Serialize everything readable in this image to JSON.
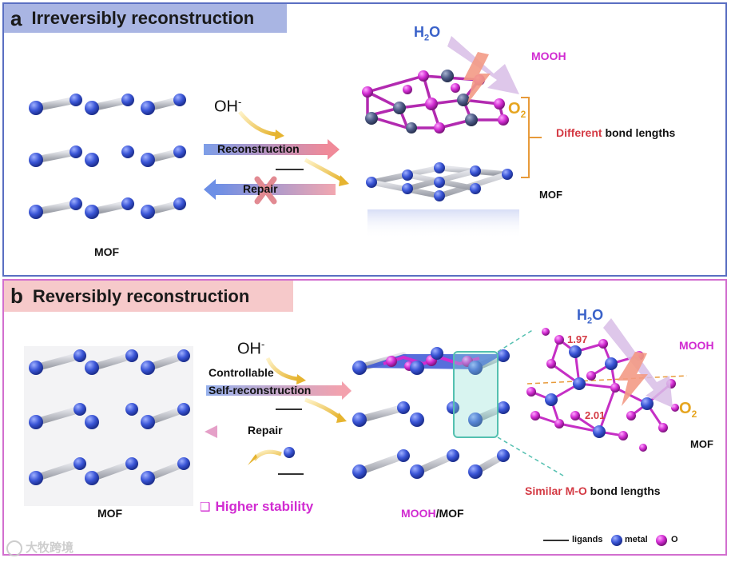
{
  "panel_a": {
    "letter": "a",
    "title": "Irreversibly reconstruction",
    "mof_label": "MOF",
    "oh_base": "OH",
    "oh_sup": "-",
    "reconstruction_label": "Reconstruction",
    "repair_label": "Repair",
    "h2o": {
      "h": "H",
      "sub": "2",
      "o": "O"
    },
    "o2": {
      "o": "O",
      "sub": "2"
    },
    "mooh_label": "MOOH",
    "bond_diff_word": "Different",
    "bond_rest": " bond lengths",
    "mof_right_label": "MOF"
  },
  "panel_b": {
    "letter": "b",
    "title": "Reversibly reconstruction",
    "mof_label": "MOF",
    "oh_base": "OH",
    "oh_sup": "-",
    "controllable_label": "Controllable",
    "self_recon_label": "Self-reconstruction",
    "repair_label": "Repair",
    "stability_box": "❑",
    "stability_text": "Higher stability",
    "mooh_mof_mooh": "MOOH",
    "mooh_mof_slash": "/",
    "mooh_mof_mof": "MOF",
    "bond_val_1": "1.97",
    "bond_val_2": "2.01",
    "h2o": {
      "h": "H",
      "sub": "2",
      "o": "O"
    },
    "o2": {
      "o": "O",
      "sub": "2"
    },
    "mooh_label": "MOOH",
    "mof_right_label": "MOF",
    "similar_label": "Similar M-O",
    "similar_rest": " bond lengths"
  },
  "legend": {
    "ligands": "ligands",
    "metal": "metal",
    "o": "O"
  },
  "watermark": "大牧跨境",
  "colors": {
    "metal": "#3a55d6",
    "oxygen": "#d12bd1",
    "accent_red": "#d43a44",
    "orange": "#e79a3a",
    "teal": "#54c0b0"
  }
}
